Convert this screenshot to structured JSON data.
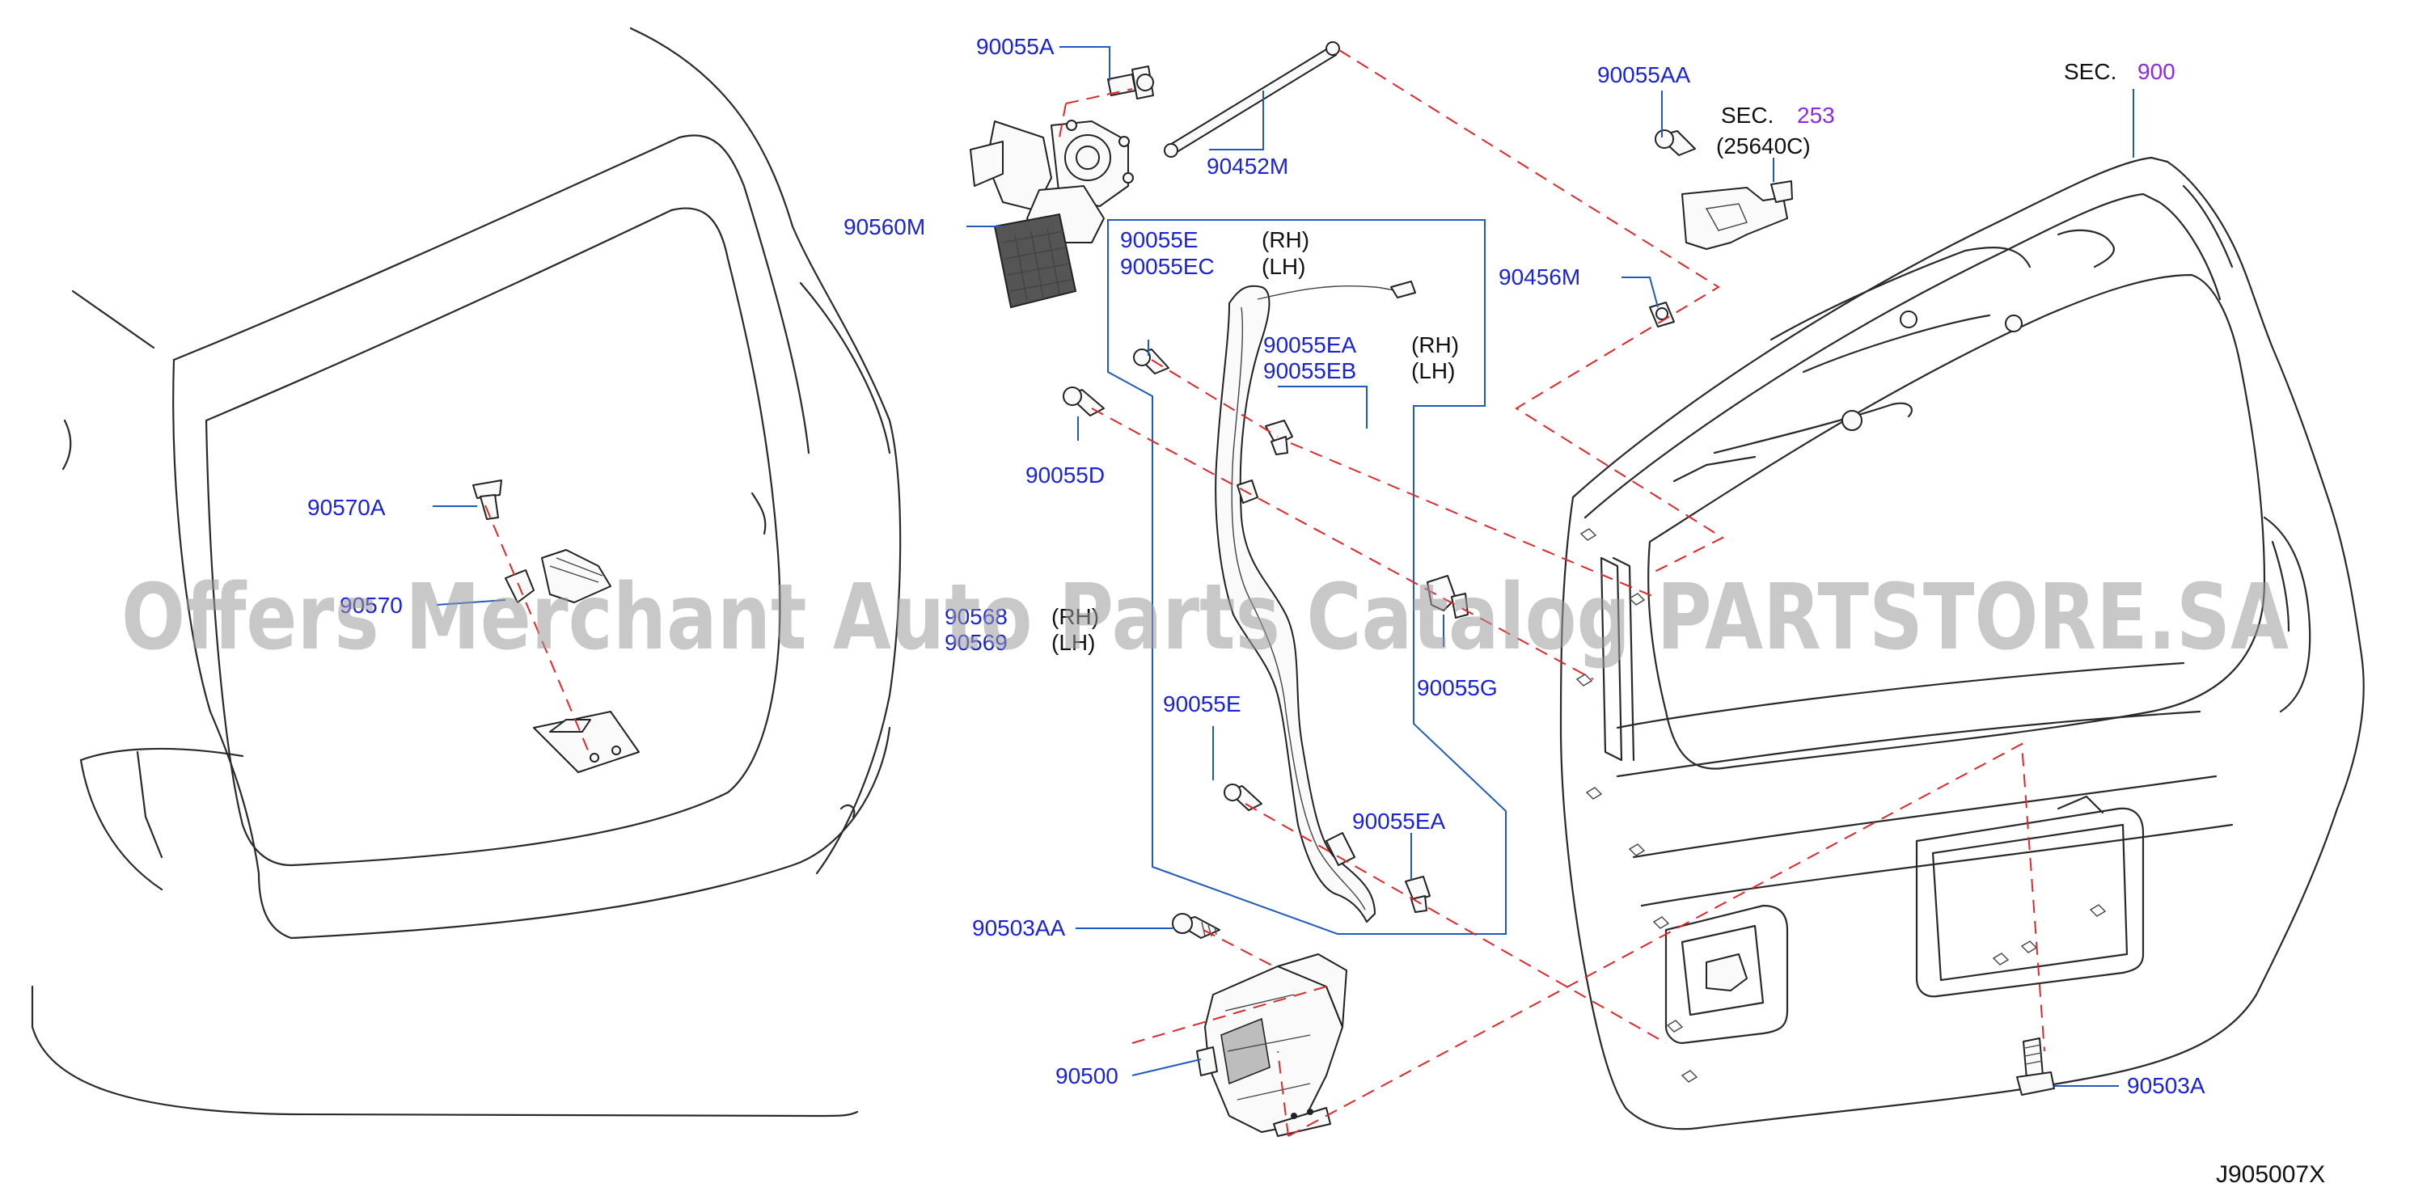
{
  "diagram_id": "J905007X",
  "watermark": "Offers Merchant Auto Parts Catalog PARTSTORE.SA",
  "colors": {
    "part_number": "#1a24d6",
    "section_number": "#8a2be2",
    "leader_line": "#1f5bbf",
    "dashed_assembly_line": "#e0282a",
    "outline": "#2a2a2a"
  },
  "section_refs": [
    {
      "prefix": "SEC.",
      "number": "900"
    },
    {
      "prefix": "SEC.",
      "number": "253",
      "sub": "(25640C)"
    }
  ],
  "side_notes": {
    "rh": "(RH)",
    "lh": "(LH)"
  },
  "callouts": {
    "c90055A": "90055A",
    "c90452M": "90452M",
    "c90560M": "90560M",
    "c90055AA": "90055AA",
    "c90456M": "90456M",
    "c90055E_top": "90055E",
    "c90055EC": "90055EC",
    "c90055EA_top": "90055EA",
    "c90055EB": "90055EB",
    "c90055D": "90055D",
    "c90570A": "90570A",
    "c90570": "90570",
    "c90568": "90568",
    "c90569": "90569",
    "c90055G": "90055G",
    "c90055E_mid": "90055E",
    "c90055EA_low": "90055EA",
    "c90503AA": "90503AA",
    "c90500": "90500",
    "c90503A": "90503A"
  }
}
